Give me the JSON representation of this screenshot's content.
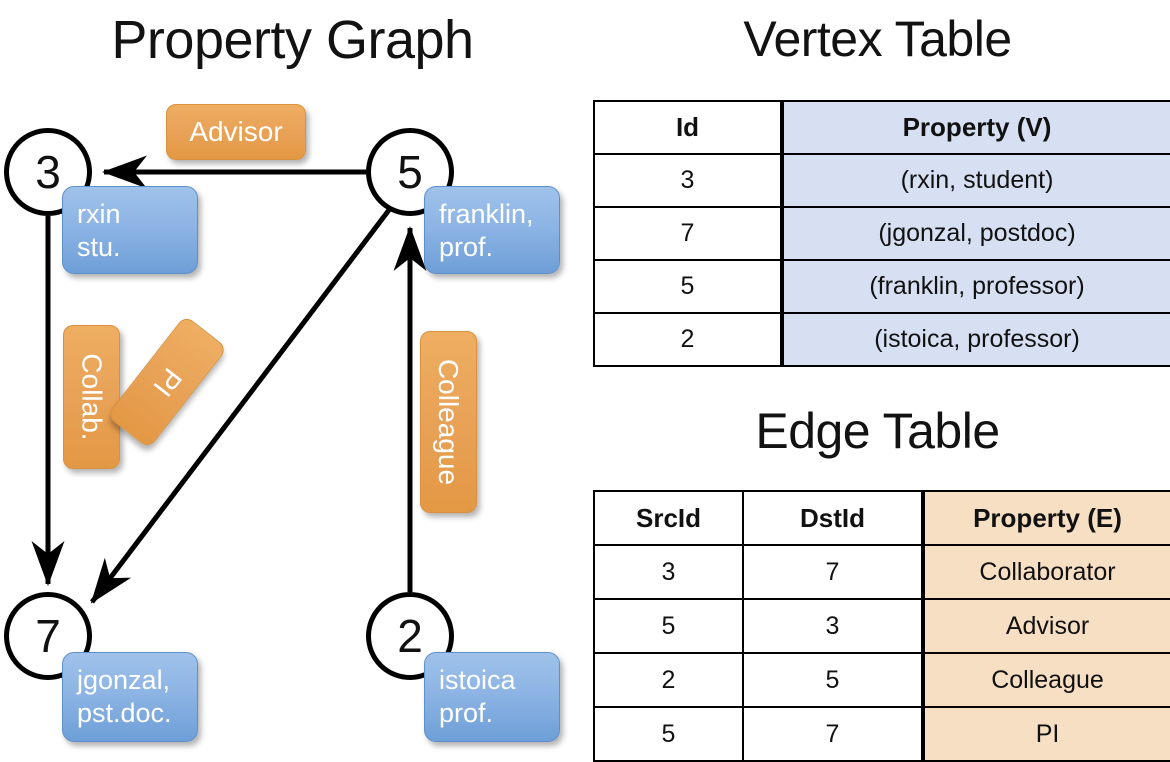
{
  "titles": {
    "property_graph": "Property Graph",
    "vertex_table": "Vertex Table",
    "edge_table": "Edge Table"
  },
  "colors": {
    "vertex_property_fill": "#d6e0f2",
    "edge_property_fill": "#f7dfc4",
    "node_callout_blue": "#8db4e4",
    "edge_label_orange": "#e8a257",
    "stroke": "#000000"
  },
  "graph": {
    "vertices": [
      {
        "id": "3",
        "property": "rxin\nstu.",
        "property_line1": "rxin",
        "property_line2": "stu."
      },
      {
        "id": "5",
        "property": "franklin, prof.",
        "property_line1": "franklin,",
        "property_line2": "prof."
      },
      {
        "id": "7",
        "property": "jgonzal, pst.doc.",
        "property_line1": "jgonzal,",
        "property_line2": "pst.doc."
      },
      {
        "id": "2",
        "property": "istoica prof.",
        "property_line1": "istoica",
        "property_line2": "prof."
      }
    ],
    "edge_labels": [
      {
        "name": "advisor",
        "text": "Advisor",
        "from": "5",
        "to": "3"
      },
      {
        "name": "collab",
        "text": "Collab.",
        "from": "3",
        "to": "7"
      },
      {
        "name": "pi",
        "text": "PI",
        "from": "5",
        "to": "7"
      },
      {
        "name": "colleague",
        "text": "Colleague",
        "from": "2",
        "to": "5"
      }
    ]
  },
  "vertex_table": {
    "headers": [
      "Id",
      "Property (V)"
    ],
    "rows": [
      {
        "id": "3",
        "property": "(rxin, student)"
      },
      {
        "id": "7",
        "property": "(jgonzal, postdoc)"
      },
      {
        "id": "5",
        "property": "(franklin, professor)"
      },
      {
        "id": "2",
        "property": "(istoica, professor)"
      }
    ]
  },
  "edge_table": {
    "headers": [
      "SrcId",
      "DstId",
      "Property (E)"
    ],
    "rows": [
      {
        "src": "3",
        "dst": "7",
        "property": "Collaborator"
      },
      {
        "src": "5",
        "dst": "3",
        "property": "Advisor"
      },
      {
        "src": "2",
        "dst": "5",
        "property": "Colleague"
      },
      {
        "src": "5",
        "dst": "7",
        "property": "PI"
      }
    ]
  }
}
